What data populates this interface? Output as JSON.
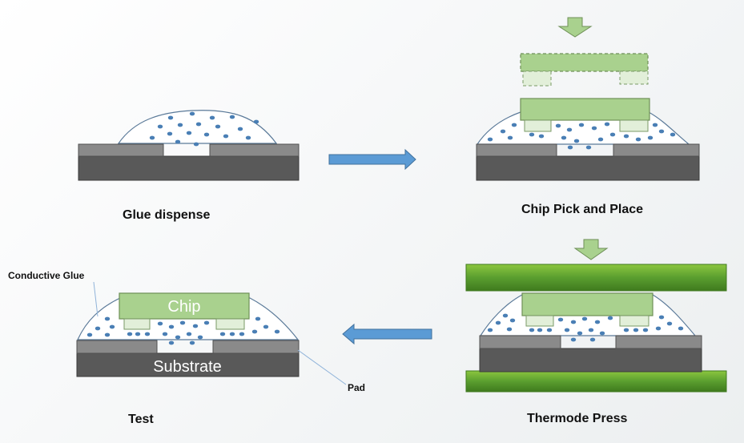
{
  "steps": {
    "glue_dispense": "Glue dispense",
    "chip_pick_place": "Chip Pick and Place",
    "thermode_press": "Thermode Press",
    "test": "Test"
  },
  "labels": {
    "chip": "Chip",
    "substrate": "Substrate",
    "conductive_glue": "Conductive  Glue",
    "pad": "Pad"
  },
  "colors": {
    "substrate": "#595959",
    "pad": "#8a8a8a",
    "chip": "#a9d18e",
    "glue_particle": "#4a7fb5",
    "process_arrow": "#5b9bd5",
    "thermode": "#5a9e2f"
  }
}
